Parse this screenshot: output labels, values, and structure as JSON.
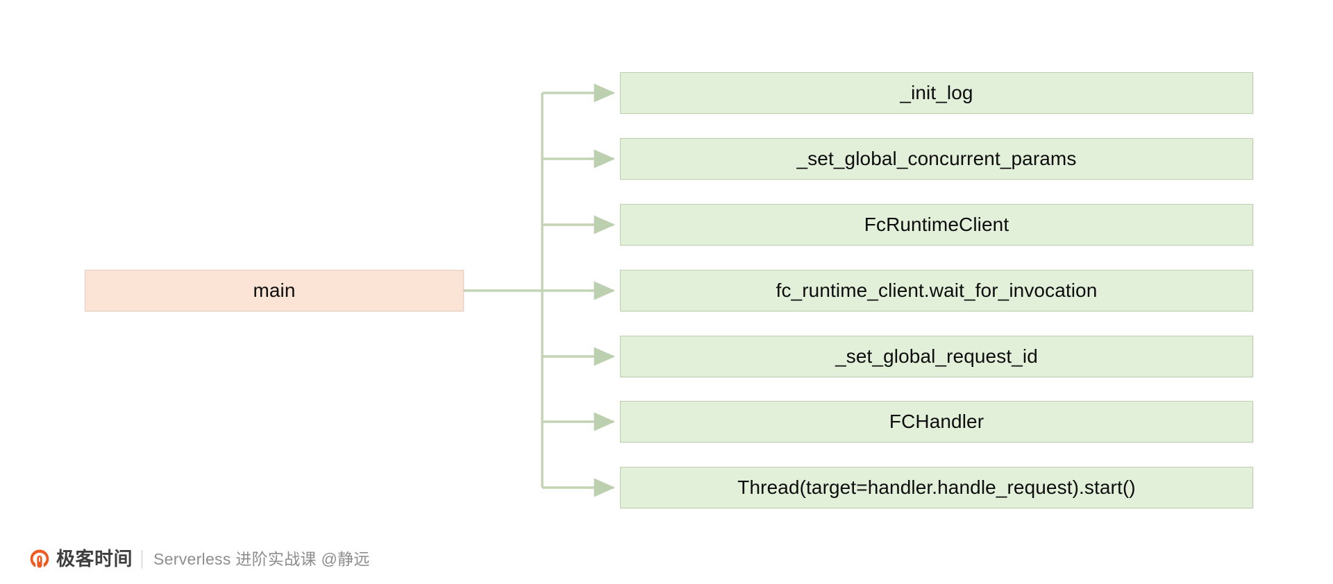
{
  "diagram": {
    "type": "tree",
    "orientation": "left-to-right",
    "root": {
      "label": "main",
      "fill": "#fbe4d5",
      "border": "#e8cdbd"
    },
    "child_style": {
      "fill": "#e2efd9",
      "border": "#bfd0b0"
    },
    "connector_color": "#c3d3b4",
    "children": [
      {
        "label": "_init_log"
      },
      {
        "label": "_set_global_concurrent_params"
      },
      {
        "label": "FcRuntimeClient"
      },
      {
        "label": "fc_runtime_client.wait_for_invocation"
      },
      {
        "label": "_set_global_request_id"
      },
      {
        "label": "FCHandler"
      },
      {
        "label": "Thread(target=handler.handle_request).start()"
      }
    ]
  },
  "footer": {
    "logo_icon": "geekbang-logo-icon",
    "logo_color": "#f05a22",
    "brand": "极客时间",
    "course": "Serverless 进阶实战课 @静远"
  }
}
